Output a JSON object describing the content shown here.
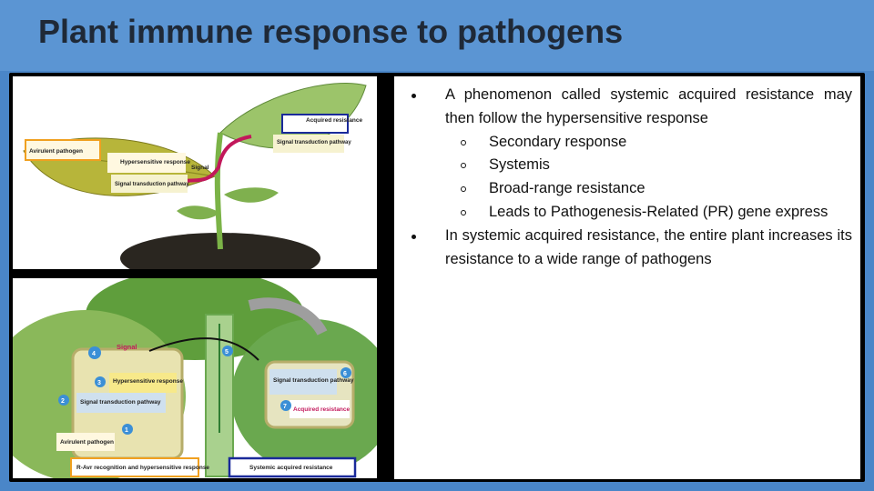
{
  "slide": {
    "title": "Plant immune response to pathogens"
  },
  "figure_top": {
    "labels": {
      "acquired": "Acquired resistance",
      "signal_transduction_right": "Signal transduction pathway",
      "avirulent": "Avirulent pathogen",
      "hypersensitive": "Hypersensitive response",
      "signal": "Signal",
      "signal_transduction_left": "Signal transduction pathway"
    }
  },
  "figure_bottom": {
    "labels": {
      "signal": "Signal",
      "hypersensitive": "Hypersensitive response",
      "signal_transduction_left": "Signal transduction pathway",
      "signal_transduction_right": "Signal transduction pathway",
      "acquired": "Acquired resistance",
      "avirulent": "Avirulent pathogen",
      "r_avr": "R-Avr recognition and hypersensitive response",
      "systemic": "Systemic acquired resistance"
    },
    "steps": [
      "1",
      "2",
      "3",
      "4",
      "5",
      "6",
      "7"
    ]
  },
  "content": {
    "bullet1_prefix": "A phenomenon called ",
    "bullet1_bold": "systemic acquired resistance",
    "bullet1_suffix": " may then follow the hypersensitive response",
    "subitems": [
      "Secondary response",
      "Systemis",
      "Broad-range resistance",
      "Leads to Pathogenesis-Related (PR) gene express"
    ],
    "bullet2": "In systemic acquired resistance, the entire plant increases its resistance to a wide range of pathogens"
  },
  "colors": {
    "background": "#4a86c8",
    "panel": "#000000",
    "leaf_green": "#6aa84f",
    "infected_yellow": "#c9c13a",
    "stem_red": "#c2185b",
    "highlight_orange": "#f0a020",
    "highlight_blue": "#1a2a9a"
  }
}
